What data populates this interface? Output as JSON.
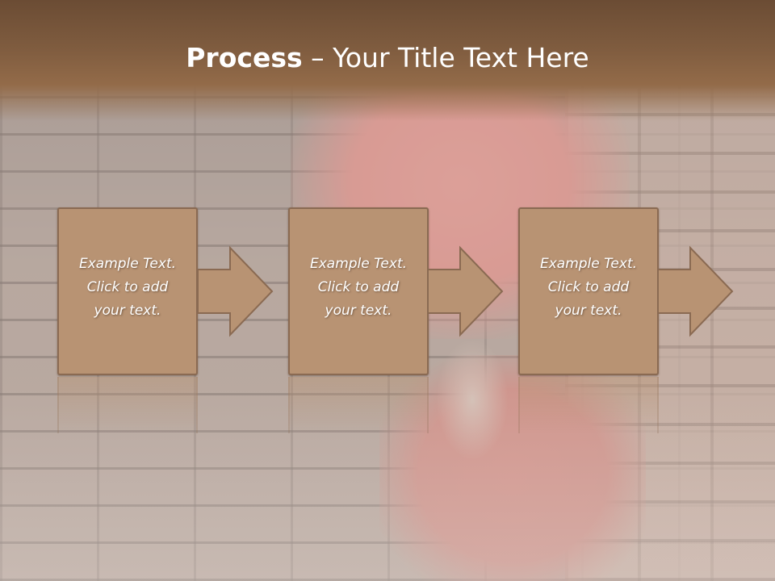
{
  "slide": {
    "title_bold": "Process",
    "title_rest": " – Your Title Text Here"
  },
  "steps": [
    {
      "lines": [
        "Example Text.",
        "Click  to add",
        "your text."
      ]
    },
    {
      "lines": [
        "Example Text.",
        "Click  to add",
        "your text."
      ]
    },
    {
      "lines": [
        "Example Text.",
        "Click  to add",
        "your text."
      ]
    }
  ],
  "colors": {
    "title_bar": "#7f5c3f",
    "box_fill": "#b89373",
    "box_border": "#8a6a52",
    "text": "#ffffff"
  }
}
